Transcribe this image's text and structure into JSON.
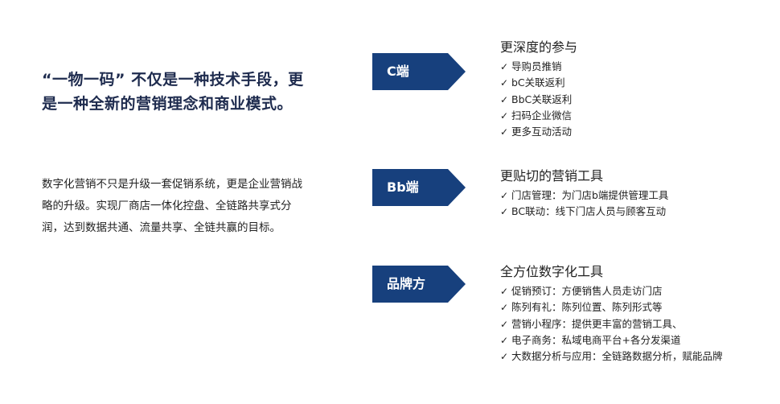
{
  "colors": {
    "tag_fill": "#17407d",
    "headline": "#1e2b4e",
    "text": "#222222"
  },
  "left": {
    "headline": "“一物一码” 不仅是一种技术手段，更是一种全新的营销理念和商业模式。",
    "body": "数字化营销不只是升级一套促销系统，更是企业营销战略的升级。实现厂商店一体化控盘、全链路共享式分润，达到数据共通、流量共享、全链共赢的目标。"
  },
  "sections": [
    {
      "tag": "C端",
      "title": "更深度的参与",
      "items": [
        "导购员推销",
        "bC关联返利",
        "BbC关联返利",
        "扫码企业微信",
        "更多互动活动"
      ]
    },
    {
      "tag": "Bb端",
      "title": "更贴切的营销工具",
      "items": [
        "门店管理：为门店b端提供管理工具",
        "BC联动：线下门店人员与顾客互动"
      ]
    },
    {
      "tag": "品牌方",
      "title": "全方位数字化工具",
      "items": [
        "促销预订：方便销售人员走访门店",
        "陈列有礼：陈列位置、陈列形式等",
        "营销小程序：提供更丰富的营销工具、",
        "电子商务：私域电商平台+各分发渠道",
        "大数据分析与应用：全链路数据分析，赋能品牌"
      ]
    }
  ],
  "check_icon": "check-icon"
}
